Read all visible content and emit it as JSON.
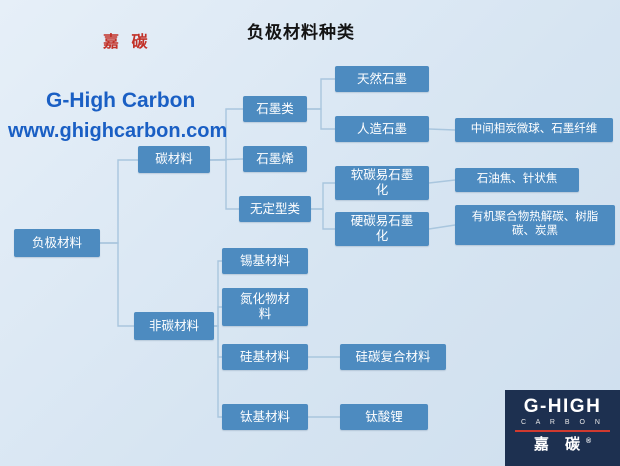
{
  "header": {
    "brand": "嘉 碳",
    "title": "负极材料种类"
  },
  "watermark": {
    "line1": "G-High Carbon",
    "line2": "www.ghighcarbon.com"
  },
  "tree": {
    "root": "负极材料",
    "carbon": "碳材料",
    "non_carbon": "非碳材料",
    "graphite_class": "石墨类",
    "graphene": "石墨烯",
    "amorphous": "无定型类",
    "natural_graphite": "天然石墨",
    "artificial_graphite": "人造石墨",
    "soft_carbon": "软碳易石墨化",
    "hard_carbon": "硬碳易石墨化",
    "mcmb": "中间相炭微球、石墨纤维",
    "petroleum_coke": "石油焦、针状焦",
    "organic": "有机聚合物热解碳、树脂碳、炭黑",
    "tin_based": "锡基材料",
    "nitride": "氮化物材料",
    "silicon_based": "硅基材料",
    "titanium_based": "钛基材料",
    "si_c_composite": "硅碳复合材料",
    "lto": "钛酸锂"
  },
  "logo": {
    "name": "G-HIGH",
    "sub": "C A R B O N",
    "brand": "嘉 碳",
    "reg": "®"
  },
  "colors": {
    "background": "#d7e5f2",
    "box": "#4d8bc0",
    "box_text": "#ffffff",
    "line": "#a9c6de",
    "brand_red": "#c23128",
    "link_blue": "#1a5fc4",
    "logo_bg": "#1d3050",
    "logo_red": "#d03a2f"
  }
}
